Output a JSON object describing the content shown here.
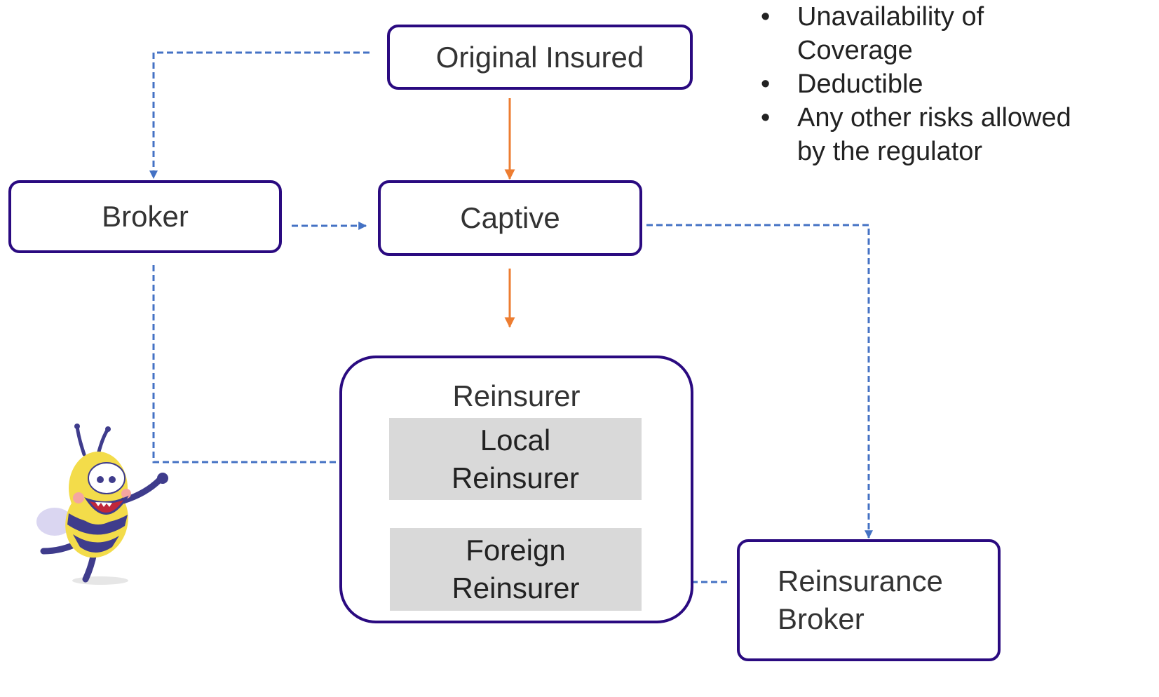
{
  "nodes": {
    "original_insured": "Original Insured",
    "broker": "Broker",
    "captive": "Captive",
    "reinsurer": "Reinsurer",
    "local_reinsurer": "Local\nReinsurer",
    "foreign_reinsurer": "Foreign\nReinsurer",
    "reinsurance_broker": "Reinsurance\nBroker"
  },
  "risk_list": [
    "Unavailability of\nCoverage",
    "Deductible",
    "Any other risks allowed\nby the regulator"
  ],
  "bullet_symbol": "•",
  "colors": {
    "box_border": "#2a0a80",
    "dashed_arrow": "#4472c4",
    "solid_arrow": "#ed7d31",
    "sub_box_fill": "#d9d9d9",
    "text": "#333333"
  },
  "icons": {
    "mascot": "bee-mascot-icon"
  }
}
